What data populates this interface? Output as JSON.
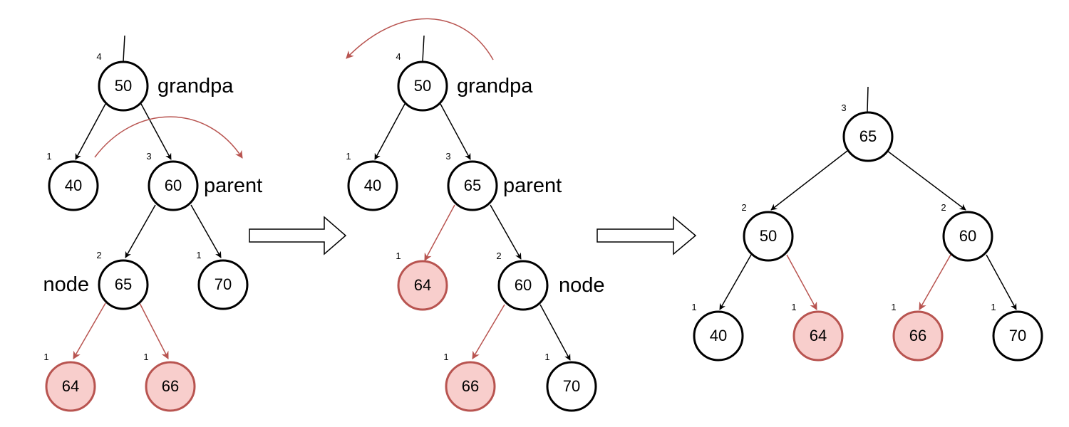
{
  "colors": {
    "normal_stroke": "#000000",
    "normal_fill": "#ffffff",
    "highlight_stroke": "#b85450",
    "highlight_fill": "#f8cecc",
    "red_edge": "#b85450"
  },
  "stage1": {
    "nodes": [
      {
        "id": "s1-50",
        "value": "50",
        "height": "4",
        "role": "grandpa",
        "highlight": false
      },
      {
        "id": "s1-40",
        "value": "40",
        "height": "1",
        "highlight": false
      },
      {
        "id": "s1-60",
        "value": "60",
        "height": "3",
        "role": "parent",
        "highlight": false
      },
      {
        "id": "s1-65",
        "value": "65",
        "height": "2",
        "role": "node",
        "highlight": false
      },
      {
        "id": "s1-70",
        "value": "70",
        "height": "1",
        "highlight": false
      },
      {
        "id": "s1-64",
        "value": "64",
        "height": "1",
        "highlight": true
      },
      {
        "id": "s1-66",
        "value": "66",
        "height": "1",
        "highlight": true
      }
    ]
  },
  "stage2": {
    "nodes": [
      {
        "id": "s2-50",
        "value": "50",
        "height": "4",
        "role": "grandpa",
        "highlight": false
      },
      {
        "id": "s2-40",
        "value": "40",
        "height": "1",
        "highlight": false
      },
      {
        "id": "s2-65",
        "value": "65",
        "height": "3",
        "role": "parent",
        "highlight": false
      },
      {
        "id": "s2-64",
        "value": "64",
        "height": "1",
        "highlight": true
      },
      {
        "id": "s2-60",
        "value": "60",
        "height": "2",
        "role": "node",
        "highlight": false
      },
      {
        "id": "s2-66",
        "value": "66",
        "height": "1",
        "highlight": true
      },
      {
        "id": "s2-70",
        "value": "70",
        "height": "1",
        "highlight": false
      }
    ]
  },
  "stage3": {
    "nodes": [
      {
        "id": "s3-65",
        "value": "65",
        "height": "3",
        "highlight": false
      },
      {
        "id": "s3-50",
        "value": "50",
        "height": "2",
        "highlight": false
      },
      {
        "id": "s3-60",
        "value": "60",
        "height": "2",
        "highlight": false
      },
      {
        "id": "s3-40",
        "value": "40",
        "height": "1",
        "highlight": false
      },
      {
        "id": "s3-64",
        "value": "64",
        "height": "1",
        "highlight": true
      },
      {
        "id": "s3-66",
        "value": "66",
        "height": "1",
        "highlight": true
      },
      {
        "id": "s3-70",
        "value": "70",
        "height": "1",
        "highlight": false
      }
    ]
  }
}
